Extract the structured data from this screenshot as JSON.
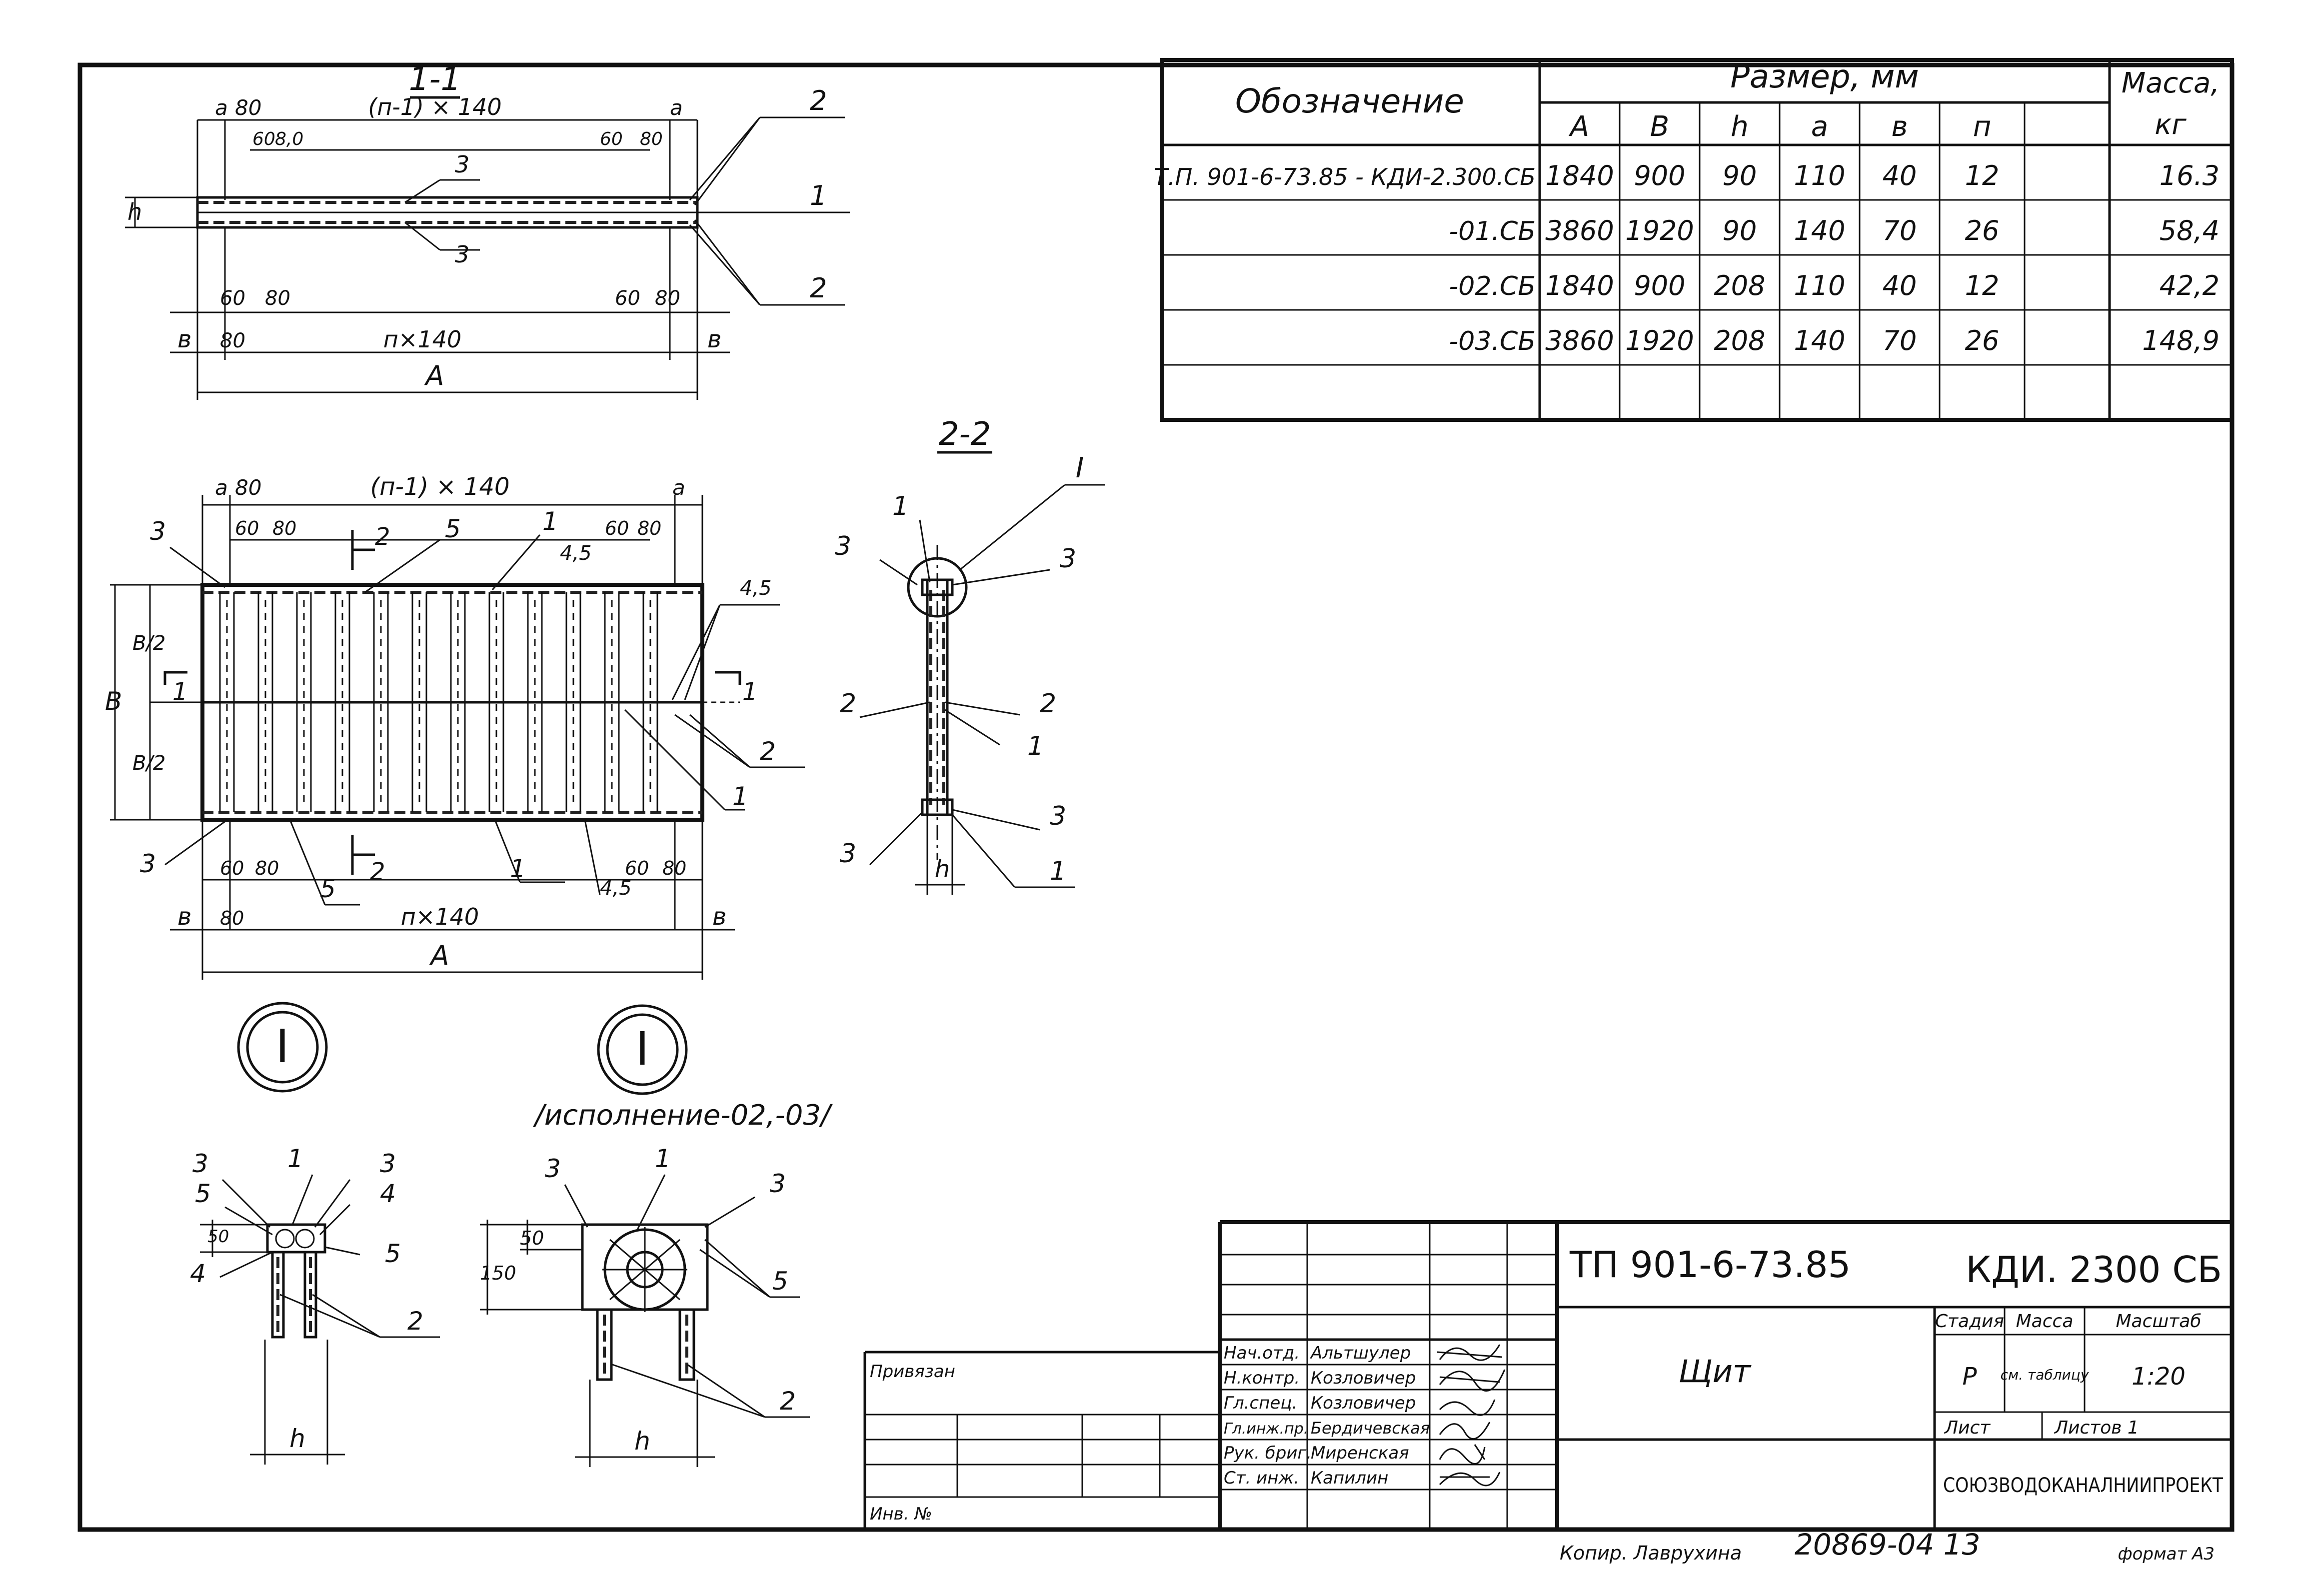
{
  "table": {
    "col_designation": "Обозначение",
    "col_size": "Размер, мм",
    "col_mass": "Масса,",
    "col_mass_unit": "кг",
    "subheaders": [
      "А",
      "В",
      "h",
      "а",
      "в",
      "п"
    ],
    "rows": [
      {
        "designation": "Т.П. 901-6-73.85 - КДИ-2.300.СБ",
        "A": "1840",
        "B": "900",
        "h": "90",
        "a": "110",
        "b": "40",
        "n": "12",
        "mass": "16.3"
      },
      {
        "designation": "-01.СБ",
        "A": "3860",
        "B": "1920",
        "h": "90",
        "a": "140",
        "b": "70",
        "n": "26",
        "mass": "58,4"
      },
      {
        "designation": "-02.СБ",
        "A": "1840",
        "B": "900",
        "h": "208",
        "a": "110",
        "b": "40",
        "n": "12",
        "mass": "42,2"
      },
      {
        "designation": "-03.СБ",
        "A": "3860",
        "B": "1920",
        "h": "208",
        "a": "140",
        "b": "70",
        "n": "26",
        "mass": "148,9"
      }
    ]
  },
  "section_1_1": {
    "title": "1-1",
    "dim_a": "а",
    "dim_80": "80",
    "dim_top": "(п-1) × 140",
    "dim_60": "60",
    "dim_8": "8,0",
    "dim_b": "в",
    "dim_bottom": "п×140",
    "dim_A": "А",
    "dim_h": "h",
    "call_1": "1",
    "call_2": "2",
    "call_3": "3"
  },
  "plan": {
    "dim_top": "(п-1) × 140",
    "dim_bottom": "п×140",
    "dim_A": "А",
    "dim_B": "В",
    "dim_half": "В/2",
    "dim_45": "4,5",
    "section_mark": "1",
    "cut_mark": "2",
    "call_1": "1",
    "call_2": "2",
    "call_3": "3",
    "call_5": "5"
  },
  "section_2_2": {
    "title": "2-2",
    "node_mark": "I",
    "dim_h": "h",
    "call_1": "1",
    "call_2": "2",
    "call_3": "3"
  },
  "node_1": {
    "mark": "I",
    "dim_50": "50",
    "dim_h": "h",
    "call_1": "1",
    "call_2": "2",
    "call_3": "3",
    "call_4": "4",
    "call_5": "5"
  },
  "node_1_alt": {
    "mark": "I",
    "caption": "/исполнение-02,-03/",
    "dim_150": "150",
    "dim_50": "50",
    "dim_h": "h",
    "call_1": "1",
    "call_2": "2",
    "call_3": "3",
    "call_5": "5"
  },
  "title_block": {
    "doc_code": "ТП 901-6-73.85",
    "product_code": "КДИ. 2300 СБ",
    "name": "Щит",
    "stage_label": "Стадия",
    "mass_label": "Масса",
    "scale_label": "Масштаб",
    "stage": "Р",
    "mass": "см. таблицу",
    "scale": "1:20",
    "sheet_label": "Лист",
    "sheets_label": "Листов 1",
    "organization": "СОЮЗВОДОКАНАЛНИИПРОЕКТ",
    "attached": "Привязан",
    "inv_no": "Инв. №",
    "roles": [
      "Нач.отд.",
      "Н.контр.",
      "Гл.спец.",
      "Гл.инж.пр.",
      "Рук. бриг.",
      "Ст. инж."
    ],
    "names": [
      "Альтшулер",
      "Козловичер",
      "Козловичер",
      "Бердичевская",
      "Миренская",
      "Капилин"
    ]
  },
  "footer": {
    "copied": "Копир. Лаврухина",
    "number": "20869-04 13",
    "format": "формат А3"
  }
}
